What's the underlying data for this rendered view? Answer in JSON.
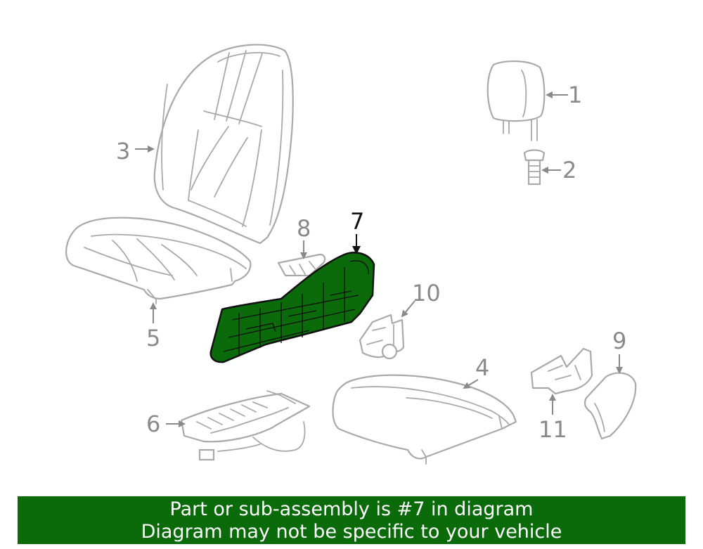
{
  "callouts": {
    "c1": "1",
    "c2": "2",
    "c3": "3",
    "c4": "4",
    "c5": "5",
    "c6": "6",
    "c7": "7",
    "c8": "8",
    "c9": "9",
    "c10": "10",
    "c11": "11"
  },
  "highlight": {
    "part": "7",
    "color": "#0b6b0b"
  },
  "banner": {
    "line1": "Part or sub-assembly is #7 in diagram",
    "line2": "Diagram may not be specific to your vehicle",
    "background": "#0b6b0b"
  }
}
